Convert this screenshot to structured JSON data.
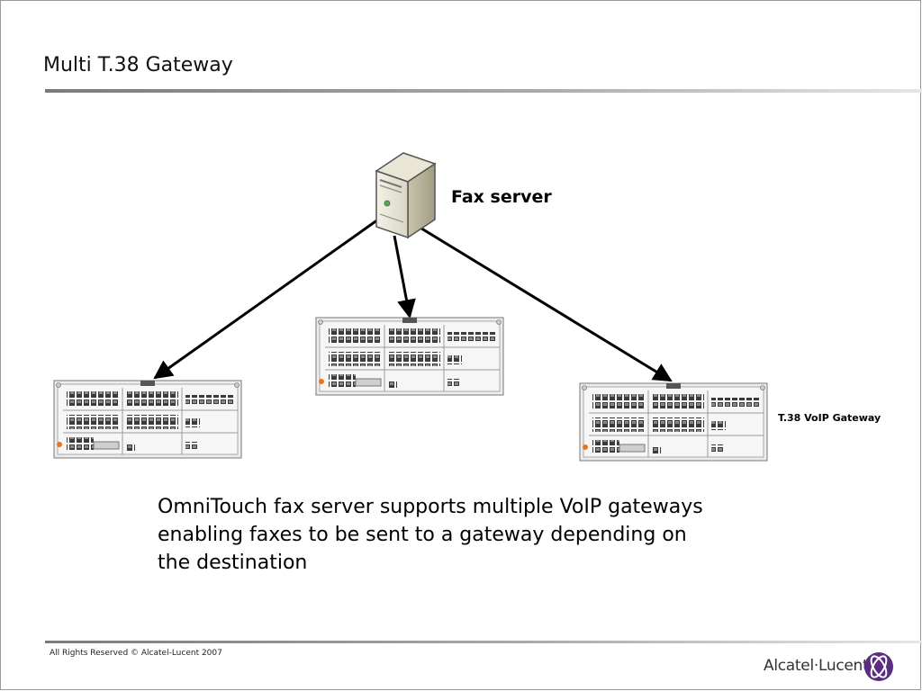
{
  "slide": {
    "title": "Multi T.38 Gateway",
    "caption_lines": [
      "OmniTouch fax server supports multiple VoIP gateways",
      "enabling faxes to be sent to a gateway depending on",
      "the destination"
    ],
    "copyright": "All Rights Reserved © Alcatel-Lucent 2007",
    "brand": "Alcatel·Lucent"
  },
  "diagram": {
    "server": {
      "label": "Fax server",
      "icon": "server-tower-icon"
    },
    "gateways": [
      {
        "id": "gateway-left",
        "label": ""
      },
      {
        "id": "gateway-center",
        "label": ""
      },
      {
        "id": "gateway-right",
        "label": "T.38 VoIP Gateway"
      }
    ],
    "connections": [
      {
        "from": "fax-server",
        "to": "gateway-left"
      },
      {
        "from": "fax-server",
        "to": "gateway-center"
      },
      {
        "from": "fax-server",
        "to": "gateway-right"
      }
    ]
  },
  "colors": {
    "rule_dark": "#7b7b7b",
    "rule_light": "#e6e6e6",
    "brand_logo": "#5b2d82"
  }
}
